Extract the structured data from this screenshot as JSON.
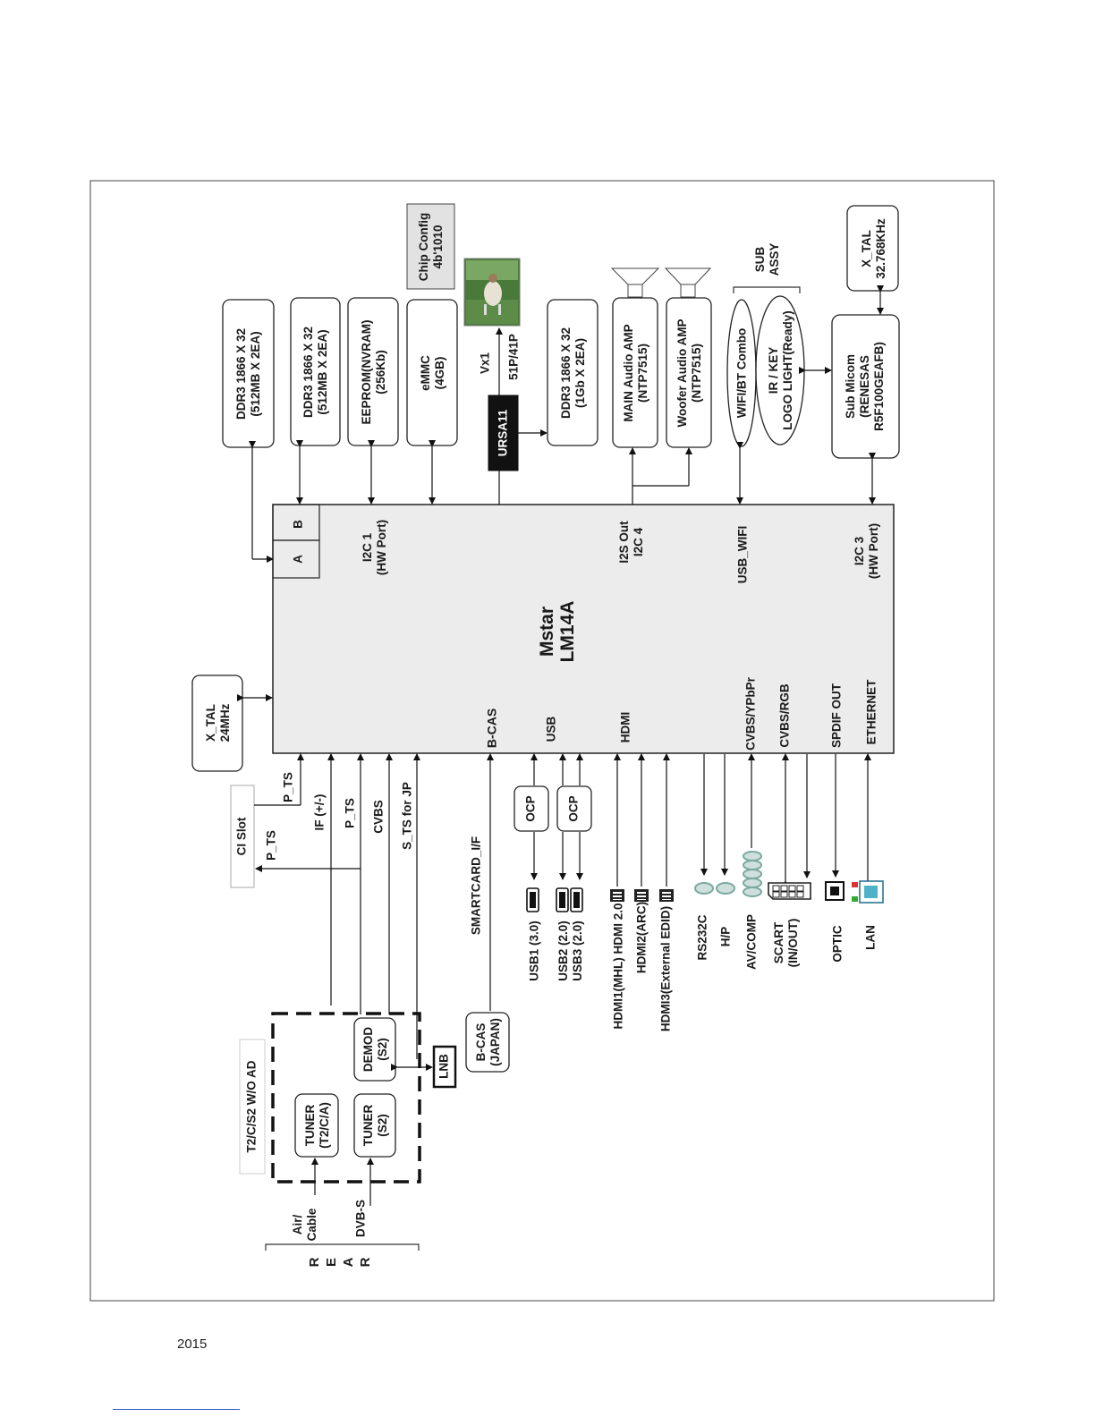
{
  "footer": {
    "year": "2015"
  },
  "diagram": {
    "main_chip": {
      "name": "Mstar",
      "model": "LM14A"
    },
    "soc_ports": {
      "port_a": "A",
      "port_b": "B",
      "i2c1": [
        "I2C 1",
        "(HW Port)"
      ],
      "i2s": [
        "I2S Out",
        "I2C 4"
      ],
      "usb_wifi": "USB_WIFI",
      "i2c3": [
        "I2C 3",
        "(HW Port)"
      ],
      "bcas": "B-CAS",
      "usb": "USB",
      "hdmi": "HDMI",
      "cvbs_ypbpr": "CVBS/YPbPr",
      "cvbs_rgb": "CVBS/RGB",
      "spdif_out": "SPDIF OUT",
      "ethernet": "ETHERNET"
    },
    "top_blocks": {
      "ddr3_a": [
        "DDR3 1866 X 32",
        "(512MB X 2EA)"
      ],
      "ddr3_b": [
        "DDR3 1866 X 32",
        "(512MB X 2EA)"
      ],
      "eeprom": [
        "EEPROM(NVRAM)",
        "(256Kb)"
      ],
      "emmc": [
        "eMMC",
        "(4GB)"
      ],
      "ursa": "URSA11",
      "vx1": "Vx1",
      "vx1_connector": "51P/41P",
      "chip_config": [
        "Chip Config",
        "4b'1010"
      ],
      "ddr3_c": [
        "DDR3 1866 X 32",
        "(1Gb X 2EA)"
      ],
      "main_amp": [
        "MAIN Audio AMP",
        "(NTP7515)"
      ],
      "woofer_amp": [
        "Woofer Audio AMP",
        "(NTP7515)"
      ],
      "wifi_bt": "WIFI/BT Combo",
      "ir_key": [
        "IR / KEY",
        "LOGO LIGHT(Ready)"
      ],
      "sub_assy": [
        "SUB",
        "ASSY"
      ],
      "sub_micom": [
        "Sub Micom",
        "(RENESAS",
        "R5F100GEAFB)"
      ],
      "xtal_sub": [
        "X_TAL",
        "32.768KHz"
      ]
    },
    "left_blocks": {
      "xtal_main": [
        "X_TAL",
        "24MHz"
      ],
      "ci_slot": "CI Slot",
      "t2_group": "T2/C/S2 W/O AD",
      "tuner_t2": [
        "TUNER",
        "(T2/C/A)"
      ],
      "tuner_s2": [
        "TUNER",
        "(S2)"
      ],
      "demod": [
        "DEMOD",
        "(S2)"
      ],
      "lnb": "LNB",
      "bcas_japan": [
        "B-CAS",
        "(JAPAN)"
      ],
      "air_cable": [
        "Air/",
        "Cable"
      ],
      "dvbs": "DVB-S",
      "rear": [
        "R",
        "E",
        "A",
        "R"
      ]
    },
    "signals": {
      "p_ts_top": "P_TS",
      "p_ts_ci": "P_TS",
      "if": "IF (+/-)",
      "p_ts_demod": "P_TS",
      "cvbs": "CVBS",
      "s_ts": "S_TS for JP",
      "smartcard": "SMARTCARD_I/F",
      "ocp1": "OCP",
      "ocp2": "OCP"
    },
    "connectors": {
      "usb1": "USB1 (3.0)",
      "usb23": [
        "USB2 (2.0)",
        "USB3 (2.0)"
      ],
      "hdmi1": "HDMI1(MHL) HDMI 2.0",
      "hdmi2": "HDMI2(ARC)",
      "hdmi3": "HDMI3(External EDID)",
      "rs232c": "RS232C",
      "hp": "H/P",
      "av_comp": "AV/COMP",
      "scart": [
        "SCART",
        "(IN/OUT)"
      ],
      "optic": "OPTIC",
      "lan": "LAN"
    }
  }
}
